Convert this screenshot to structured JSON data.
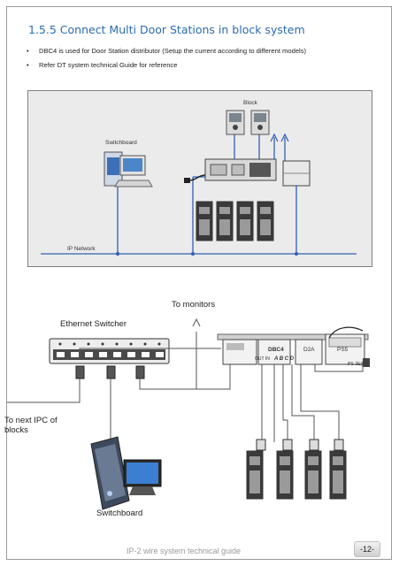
{
  "section_title": "1.5.5 Connect Multi Door Stations in block system",
  "bullets": [
    "DBC4 is used for Door Station distributor (Setup the current according to different models)",
    "Refer DT system technical Guide for reference"
  ],
  "diagram_top": {
    "block_label": "Block",
    "switchboard_label": "Switchboard",
    "network_label": "IP  Network"
  },
  "diagram_bottom": {
    "to_monitors": "To monitors",
    "ethernet_switcher": "Ethernet  Switcher",
    "to_next_ipc": "To next IPC of blocks",
    "switchboard_label": "Switchboard",
    "dbc4": "DBC4",
    "d2a": "D2A",
    "ps5": "PS5",
    "power_label": "PS-2E(RC)",
    "out_in": "OUT IN",
    "abcd": "A  B  C  D"
  },
  "footer_text": "IP-2 wire system technical guide",
  "page_number": "-12-",
  "colors": {
    "title_blue": "#2a6cb0",
    "wire_blue": "#2f5fb4"
  }
}
